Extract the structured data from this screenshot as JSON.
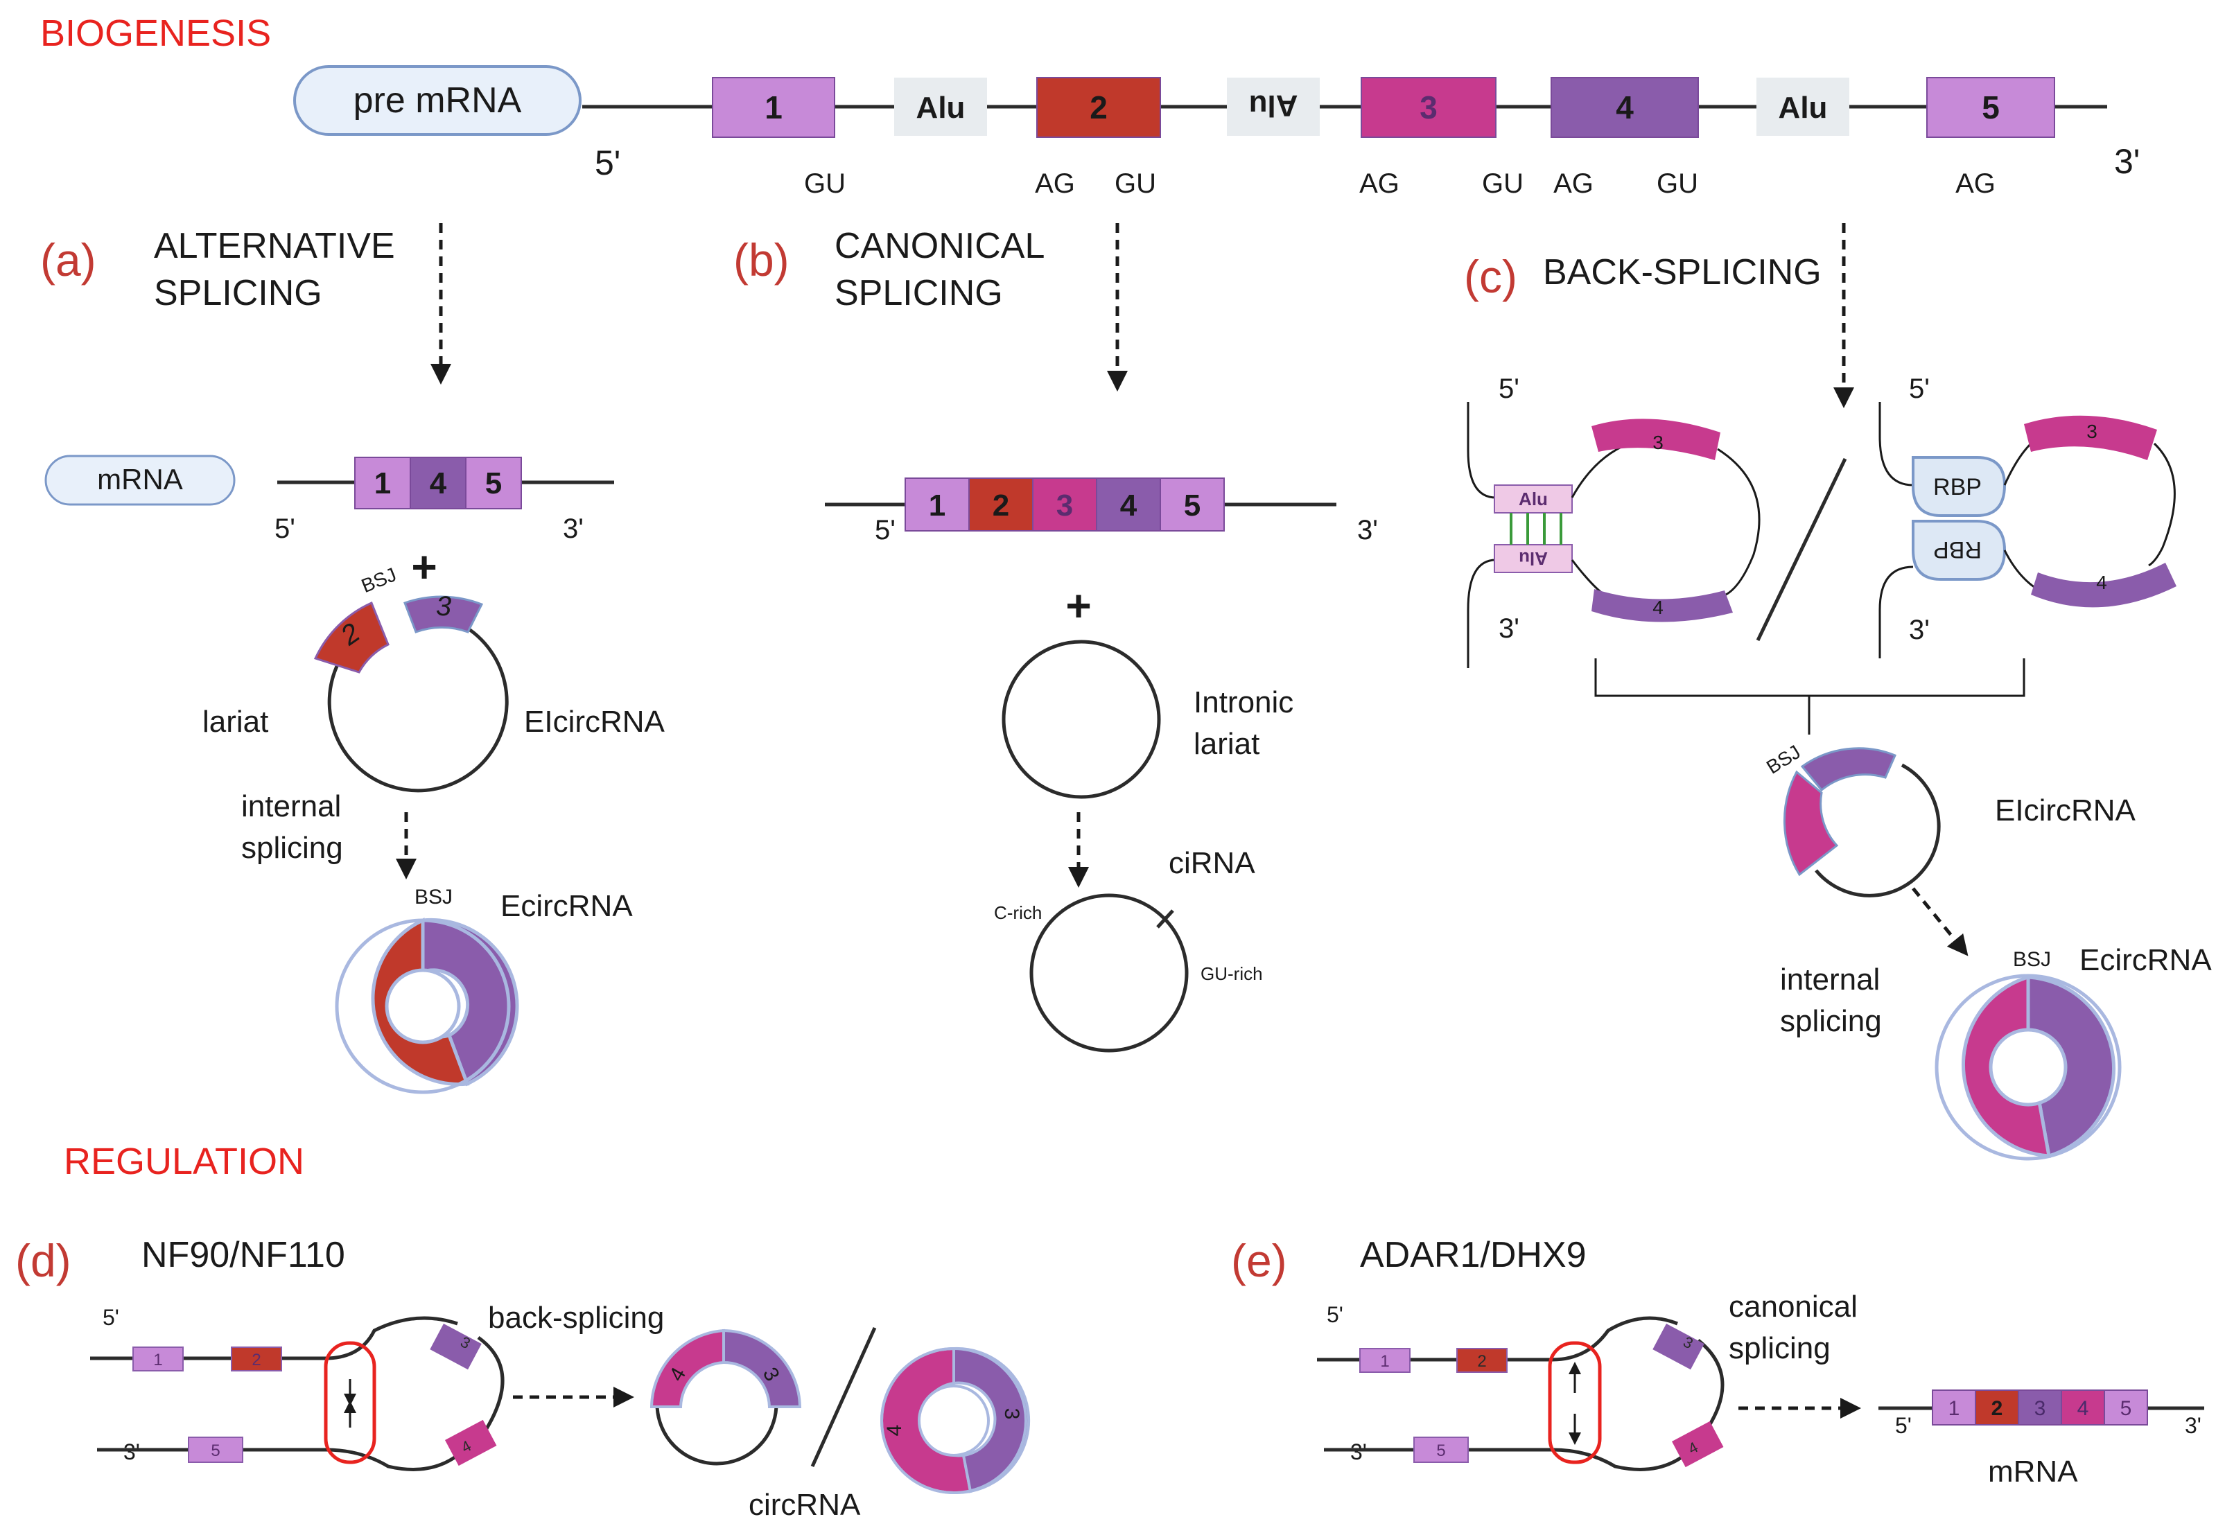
{
  "colors": {
    "exon1": "#c78ad8",
    "exon2": "#c0392b",
    "exon3": "#c73a8e",
    "exon4": "#8a5cab",
    "exon5": "#c78ad8",
    "alu": "#e8ecef",
    "pill": "#e8f0fa",
    "section_heading": "#e8231f",
    "panel_letter": "#c23a33"
  },
  "headings": {
    "biogenesis": "BIOGENESIS",
    "regulation": "REGULATION"
  },
  "top": {
    "pre_mrna": "pre mRNA",
    "five": "5'",
    "three": "3'",
    "exons": [
      "1",
      "2",
      "3",
      "4",
      "5"
    ],
    "alu": [
      "Alu",
      "Alu",
      "Alu"
    ],
    "sites": [
      "GU",
      "AG",
      "GU",
      "AG",
      "GU",
      "AG",
      "GU",
      "AG"
    ]
  },
  "panel_a": {
    "letter": "(a)",
    "title1": "ALTERNATIVE",
    "title2": "SPLICING",
    "mrna": "mRNA",
    "exons": [
      "1",
      "4",
      "5"
    ],
    "five": "5'",
    "three": "3'",
    "plus": "+",
    "bsj": "BSJ",
    "arc2": "2",
    "arc3": "3",
    "lariat": "lariat",
    "elcirc": "EIcircRNA",
    "internal1": "internal",
    "internal2": "splicing",
    "bsj2": "BSJ",
    "ecirc": "EcircRNA"
  },
  "panel_b": {
    "letter": "(b)",
    "title1": "CANONICAL",
    "title2": "SPLICING",
    "exons": [
      "1",
      "2",
      "3",
      "4",
      "5"
    ],
    "five": "5'",
    "three": "3'",
    "plus": "+",
    "intronic1": "Intronic",
    "intronic2": "lariat",
    "cirna": "ciRNA",
    "crich": "C-rich",
    "gurich": "GU-rich"
  },
  "panel_c": {
    "letter": "(c)",
    "title": "BACK-SPLICING",
    "five": "5'",
    "three": "3'",
    "alu": "Alu",
    "rbp": "RBP",
    "arc3": "3",
    "arc4": "4",
    "bsj": "BSJ",
    "elcirc": "EIcircRNA",
    "internal1": "internal",
    "internal2": "splicing",
    "ecirc": "EcircRNA"
  },
  "panel_d": {
    "letter": "(d)",
    "title": "NF90/NF110",
    "five": "5'",
    "three": "3'",
    "boxes": [
      "1",
      "2",
      "3",
      "4",
      "5"
    ],
    "action": "back-splicing",
    "arc4": "4",
    "arc3": "3",
    "circ": "circRNA"
  },
  "panel_e": {
    "letter": "(e)",
    "title": "ADAR1/DHX9",
    "five": "5'",
    "three": "3'",
    "boxes": [
      "1",
      "2",
      "3",
      "4",
      "5"
    ],
    "action1": "canonical",
    "action2": "splicing",
    "exons": [
      "1",
      "2",
      "3",
      "4",
      "5"
    ],
    "mrna": "mRNA"
  }
}
